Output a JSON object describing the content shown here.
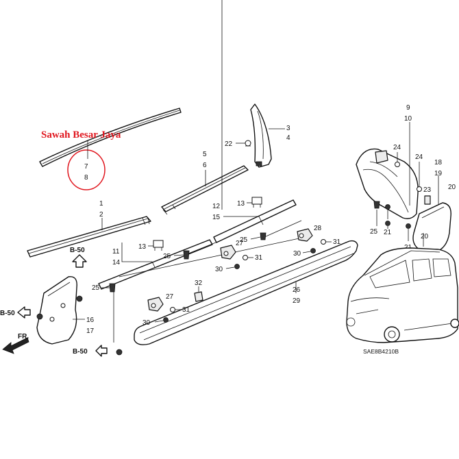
{
  "watermark": {
    "text": "Sawah Besar Jaya",
    "color": "#e0161e"
  },
  "diagram_code": "SAE8B4210B",
  "callouts": {
    "c7": "7",
    "c8": "8",
    "c1": "1",
    "c2": "2",
    "c3": "3",
    "c4": "4",
    "c5": "5",
    "c6": "6",
    "c9": "9",
    "c10": "10",
    "c11": "11",
    "c14": "14",
    "c12": "12",
    "c15": "15",
    "c13a": "13",
    "c13b": "13",
    "c16": "16",
    "c17": "17",
    "c18": "18",
    "c19": "19",
    "c20a": "20",
    "c20b": "20",
    "c21a": "21",
    "c21b": "21",
    "c22": "22",
    "c23": "23",
    "c24a": "24",
    "c24b": "24",
    "c25a": "25",
    "c25b": "25",
    "c25c": "25",
    "c25d": "25",
    "c26": "26",
    "c29": "29",
    "c27a": "27",
    "c27b": "27",
    "c28": "28",
    "c30a": "30",
    "c30b": "30",
    "c30c": "30",
    "c31a": "31",
    "c31b": "31",
    "c31c": "31",
    "c32": "32"
  },
  "refs": {
    "b50_top": "B-50",
    "b50_left": "B-50",
    "b50_bottom": "B-50",
    "fr": "FR."
  },
  "colors": {
    "line": "#111111",
    "watermark": "#e0161e",
    "circle": "#e0161e"
  }
}
